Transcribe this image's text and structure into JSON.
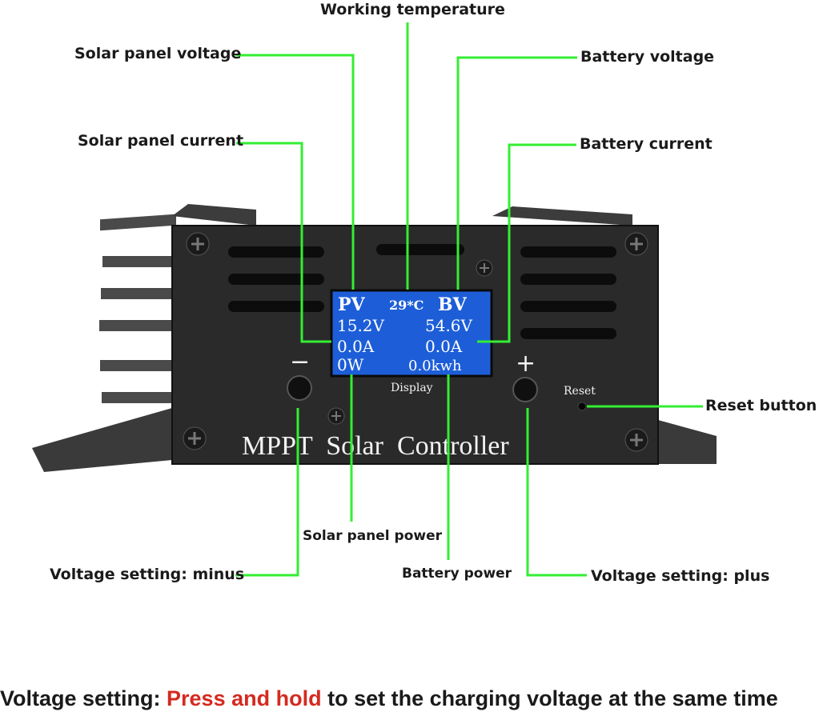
{
  "colors": {
    "leader_line": "#33ee33",
    "device_body": "#2a2a2a",
    "lcd_background": "#1d5ed8",
    "caption_highlight": "#d42a20"
  },
  "labels": {
    "working_temperature": "Working temperature",
    "solar_panel_voltage": "Solar panel voltage",
    "battery_voltage": "Battery voltage",
    "solar_panel_current": "Solar panel current",
    "battery_current": "Battery current",
    "reset_button": "Reset button",
    "solar_panel_power": "Solar panel power",
    "battery_power": "Battery power",
    "voltage_setting_minus": "Voltage setting: minus",
    "voltage_setting_plus": "Voltage setting: plus"
  },
  "device": {
    "title": "MPPT  Solar  Controller",
    "display_caption": "Display",
    "reset_caption": "Reset",
    "minus_symbol": "−",
    "plus_symbol": "+"
  },
  "lcd": {
    "pv": "PV",
    "temperature": "29*C",
    "bv": "BV",
    "pv_voltage": "15.2V",
    "bv_voltage": "54.6V",
    "pv_current": "0.0A",
    "bv_current": "0.0A",
    "pv_power": "0W",
    "bv_energy": "0.0kwh"
  },
  "caption": {
    "prefix": "Voltage setting: ",
    "highlight": "Press and hold",
    "suffix": " to set the charging voltage at the same time"
  }
}
